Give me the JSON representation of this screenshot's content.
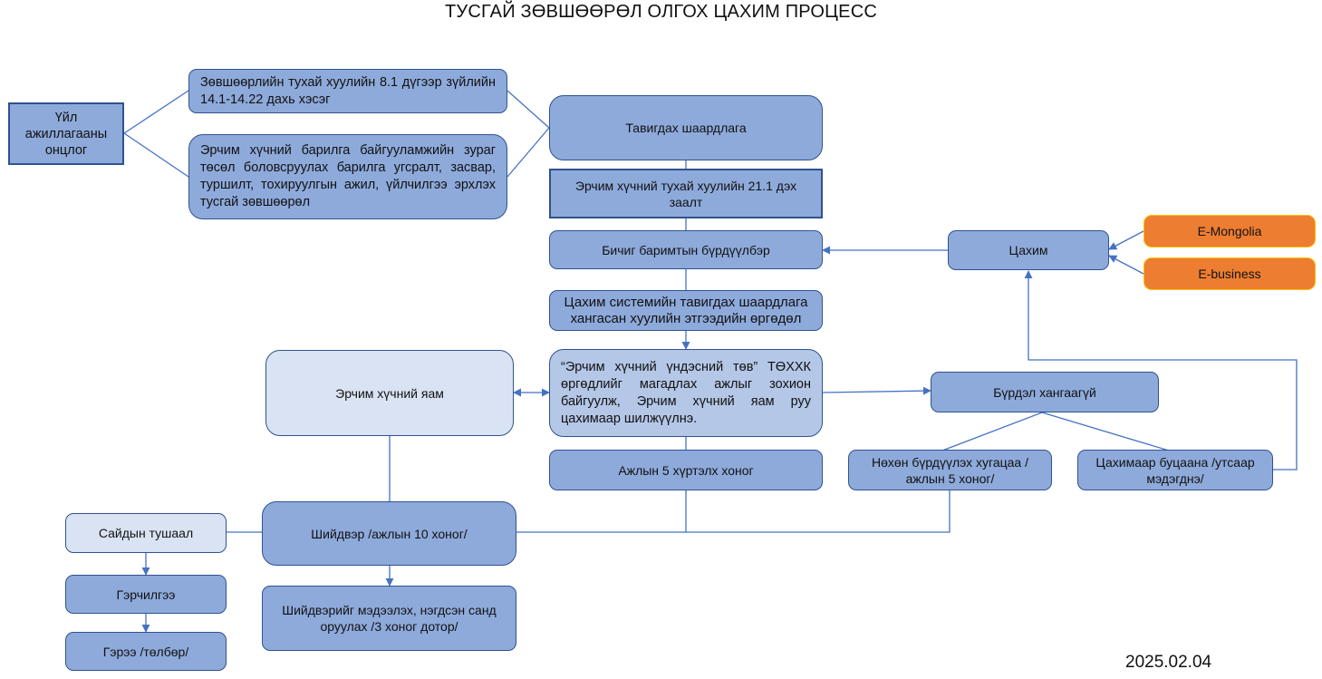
{
  "title": "ТУСГАЙ ЗӨВШӨӨРӨЛ ОЛГОХ ЦАХИМ ПРОЦЕСС",
  "date": "2025.02.04",
  "colors": {
    "box_fill": "#8eaadb",
    "box_light_fill": "#dae3f3",
    "box_mid_fill": "#b4c7e7",
    "box_border": "#2f528f",
    "connector": "#4472c4",
    "external_fill": "#ed7d31",
    "external_border": "#ffc000"
  },
  "nodes": {
    "activity_feature": "Үйл ажиллагааны онцлог",
    "law_article": "Зөвшөөрлийн тухай хуулийн 8.1 дүгээр зүйлийн 14.1-14.22 дахь хэсэг",
    "license_scope": "Эрчим хүчний барилга байгууламжийн зураг төсөл боловсруулах барилга угсралт, засвар, туршилт, тохируулгын ажил, үйлчилгээ эрхлэх тусгай зөвшөөрөл",
    "requirements": "Тавигдах шаардлага",
    "energy_law_prohibition": "Эрчим хүчний тухай хуулийн 21.1 дэх заалт",
    "document_set": "Бичиг баримтын бүрдүүлбэр",
    "electronic": "Цахим",
    "e_mongolia": "E-Mongolia",
    "e_business": "E-business",
    "application": "Цахим системийн тавигдах шаардлага хангасан хуулийн этгээдийн өргөдөл",
    "review_center": "“Эрчим хүчний үндэсний төв” ТӨХХК өргөдлийг магадлах ажлыг зохион байгуулж, Эрчим хүчний яам руу цахимаар шилжүүлнэ.",
    "ministry": "Эрчим хүчний яам",
    "incomplete": "Бүрдэл хангаагүй",
    "five_days": "Ажлын 5 хүртэлх хоног",
    "resubmit_period": "Нөхөн бүрдүүлэх хугацаа /ажлын 5 хоног/",
    "return_electronic": "Цахимаар буцаана /утсаар мэдэгднэ/",
    "decision": "Шийдвэр /ажлын 10 хоног/",
    "minister_order": "Сайдын тушаал",
    "certificate": "Гэрчилгээ",
    "contract_fee": "Гэрээ /төлбөр/",
    "notify_decision": "Шийдвэрийг мэдээлэх, нэгдсэн санд оруулах /3 хоног дотор/"
  }
}
